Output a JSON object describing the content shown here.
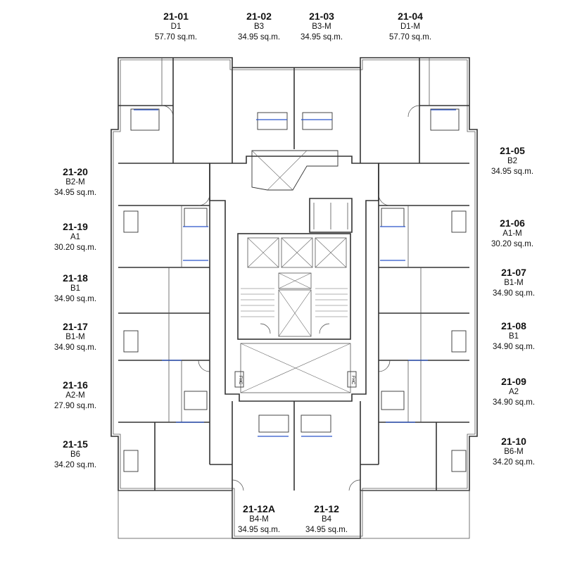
{
  "units": [
    {
      "id": "u-21-01",
      "number": "21-01",
      "type": "D1",
      "area": "57.70 sq.m."
    },
    {
      "id": "u-21-02",
      "number": "21-02",
      "type": "B3",
      "area": "34.95 sq.m."
    },
    {
      "id": "u-21-03",
      "number": "21-03",
      "type": "B3-M",
      "area": "34.95 sq.m."
    },
    {
      "id": "u-21-04",
      "number": "21-04",
      "type": "D1-M",
      "area": "57.70 sq.m."
    },
    {
      "id": "u-21-05",
      "number": "21-05",
      "type": "B2",
      "area": "34.95 sq.m."
    },
    {
      "id": "u-21-06",
      "number": "21-06",
      "type": "A1-M",
      "area": "30.20 sq.m."
    },
    {
      "id": "u-21-07",
      "number": "21-07",
      "type": "B1-M",
      "area": "34.90 sq.m."
    },
    {
      "id": "u-21-08",
      "number": "21-08",
      "type": "B1",
      "area": "34.90 sq.m."
    },
    {
      "id": "u-21-09",
      "number": "21-09",
      "type": "A2",
      "area": "34.90 sq.m."
    },
    {
      "id": "u-21-10",
      "number": "21-10",
      "type": "B6-M",
      "area": "34.20 sq.m."
    },
    {
      "id": "u-21-12",
      "number": "21-12",
      "type": "B4",
      "area": "34.95 sq.m."
    },
    {
      "id": "u-21-12a",
      "number": "21-12A",
      "type": "B4-M",
      "area": "34.95 sq.m."
    },
    {
      "id": "u-21-15",
      "number": "21-15",
      "type": "B6",
      "area": "34.20 sq.m."
    },
    {
      "id": "u-21-16",
      "number": "21-16",
      "type": "A2-M",
      "area": "27.90 sq.m."
    },
    {
      "id": "u-21-17",
      "number": "21-17",
      "type": "B1-M",
      "area": "34.90 sq.m."
    },
    {
      "id": "u-21-18",
      "number": "21-18",
      "type": "B1",
      "area": "34.90 sq.m."
    },
    {
      "id": "u-21-19",
      "number": "21-19",
      "type": "A1",
      "area": "30.20 sq.m."
    },
    {
      "id": "u-21-20",
      "number": "21-20",
      "type": "B2-M",
      "area": "34.95 sq.m."
    }
  ],
  "core_tags": [
    "FHC",
    "FHC"
  ]
}
